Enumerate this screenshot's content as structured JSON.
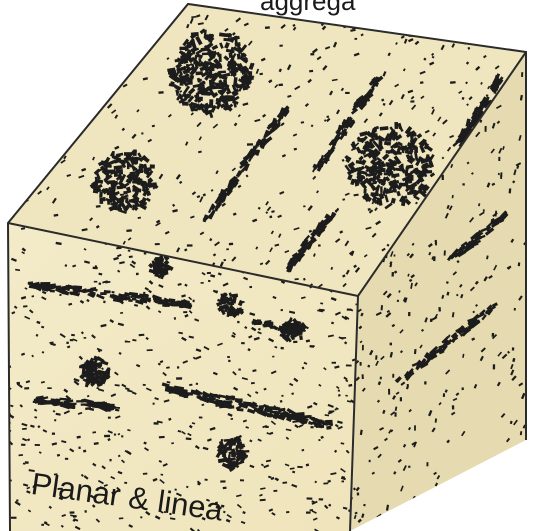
{
  "diagram": {
    "caption": "Planar & linea",
    "top_text_fragment": "aggrega",
    "colors": {
      "rock_top": "#efe6bf",
      "rock_front": "#f1e8c4",
      "rock_side": "#e6dbb0",
      "outline": "#2b2b2b",
      "grain": "#1c1c1c"
    },
    "faces": [
      "top-face",
      "front-face",
      "right-face"
    ],
    "features": {
      "top": [
        "round-aggregate",
        "round-aggregate",
        "round-aggregate",
        "linear-streak",
        "linear-streak",
        "linear-streak",
        "linear-streak"
      ],
      "front": [
        "planar-streak",
        "planar-streak",
        "planar-streak",
        "planar-streak",
        "small-aggregate",
        "small-aggregate",
        "small-aggregate",
        "small-aggregate",
        "small-aggregate"
      ],
      "side": [
        "linear-streak",
        "linear-streak"
      ]
    }
  }
}
